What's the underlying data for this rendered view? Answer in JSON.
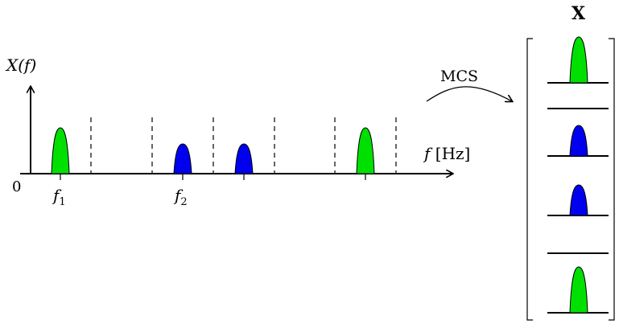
{
  "axis": {
    "y_label": "X(f)",
    "x_label": "f [Hz]",
    "origin": "0",
    "tick_labels": [
      "f1",
      "f2"
    ]
  },
  "arrow_label": "MCS",
  "matrix_label": "X",
  "colors": {
    "green": "#00e000",
    "blue": "#0000ee",
    "stroke": "#000000"
  },
  "spectrum_bands": [
    "green",
    "blue",
    "blue",
    "green"
  ],
  "matrix_rows": [
    "green",
    "empty",
    "blue",
    "blue",
    "empty",
    "green"
  ]
}
